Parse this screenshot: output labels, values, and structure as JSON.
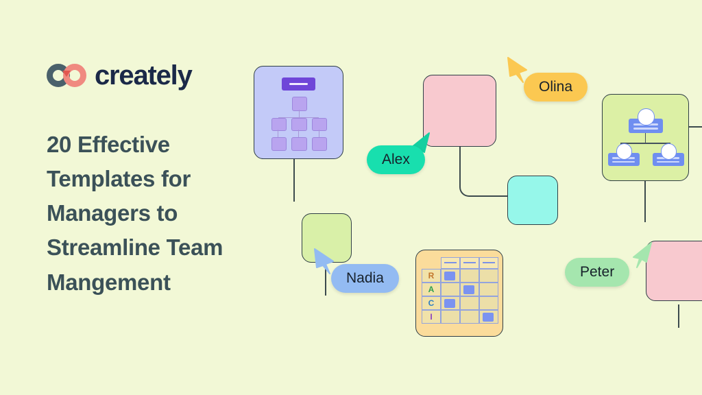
{
  "brand": {
    "name": "creately",
    "logo_icon": "creately-infinity-rings-icon",
    "ring_left_color": "#4a616b",
    "ring_right_color": "#f08a80",
    "text_color": "#1b2948"
  },
  "background_color": "#f2f8d6",
  "headline": {
    "text": "20 Effective\nTemplates for\nManagers to\nStreamline Team\nMangement",
    "color": "#3b5158"
  },
  "canvas": {
    "collaborators": [
      {
        "name": "Alex",
        "badge_color": "#18dfae",
        "cursor_color": "#14cfa0",
        "cursor_icon": "pointer-cursor-icon"
      },
      {
        "name": "Olina",
        "badge_color": "#fbc851",
        "cursor_color": "#fbc851",
        "cursor_icon": "pointer-cursor-icon"
      },
      {
        "name": "Nadia",
        "badge_color": "#93bbf2",
        "cursor_color": "#93bbf2",
        "cursor_icon": "pointer-cursor-icon"
      },
      {
        "name": "Peter",
        "badge_color": "#a5e6ae",
        "cursor_color": "#a5e6ae",
        "cursor_icon": "pointer-cursor-icon"
      }
    ],
    "cards": [
      {
        "id": "tree-template",
        "label": "hierarchy-tree-template",
        "fill": "#c3caf8",
        "stroke": "#2f3e46"
      },
      {
        "id": "pink-top",
        "label": "blank-pink-card",
        "fill": "#f8c9cf",
        "stroke": "#2f3e46"
      },
      {
        "id": "cyan-card",
        "label": "blank-cyan-card",
        "fill": "#96f7ea",
        "stroke": "#2f3e46"
      },
      {
        "id": "green-small",
        "label": "blank-green-card",
        "fill": "#d9f0a8",
        "stroke": "#2f3e46"
      },
      {
        "id": "raci-template",
        "label": "raci-matrix-template",
        "fill": "#fbdc9b",
        "stroke": "#2f3e46"
      },
      {
        "id": "orgchart-template",
        "label": "org-chart-template",
        "fill": "#dcf0a5",
        "stroke": "#2f3e46"
      },
      {
        "id": "pink-right",
        "label": "blank-pink-card-right",
        "fill": "#f8c9cf",
        "stroke": "#2f3e46"
      }
    ],
    "tree_template": {
      "header_color": "#6f46d8",
      "node_color": "#b9a4ef",
      "root_nodes": 1,
      "mid_nodes": 3,
      "leaf_nodes": 3
    },
    "org_chart": {
      "chip_color": "#6f8ef0",
      "avatar_color": "#ffffff",
      "root_nodes": 1,
      "child_nodes": 2
    },
    "raci_matrix": {
      "row_labels": [
        "R",
        "A",
        "C",
        "I"
      ],
      "row_label_colors": [
        "#c2762c",
        "#2f9e4f",
        "#2f7fc2",
        "#8a3fc0"
      ],
      "columns": 3,
      "header_cells": [
        "",
        "",
        ""
      ],
      "marked_cells": [
        {
          "row": 0,
          "col": 0
        },
        {
          "row": 1,
          "col": 1
        },
        {
          "row": 2,
          "col": 0
        },
        {
          "row": 3,
          "col": 2
        }
      ],
      "mark_color": "#7b93f0"
    }
  }
}
